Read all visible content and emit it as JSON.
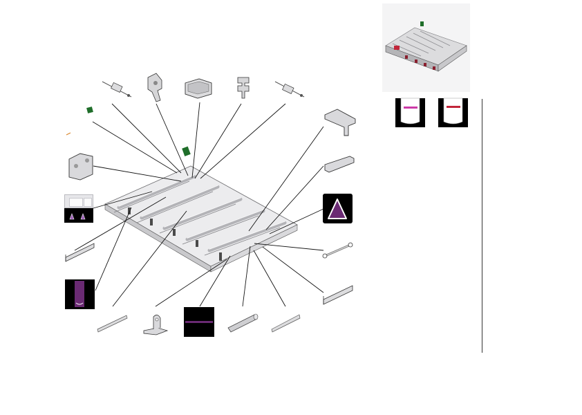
{
  "diagram": {
    "kind": "exploded-parts-assembly",
    "visible_text": [],
    "colors": {
      "frame_gray": "#d6d6d8",
      "edge_dark": "#4a4a4a",
      "leader_line": "#111111",
      "accent_purple": "#6a2a73",
      "accent_magenta": "#cc3aa8",
      "accent_red": "#c2263a",
      "pcb_green": "#1f6e2a",
      "warning_orange": "#d9862b"
    },
    "parts": [
      "connector-cable",
      "latch-bracket",
      "housing-connector",
      "mount-bracket",
      "connector-cable",
      "corner-bracket",
      "cover-rail",
      "warning-label",
      "roller-pin",
      "side-rail",
      "side-rail",
      "slide-rail",
      "tab-plate",
      "strip-label",
      "roller-tube",
      "slide-rail",
      "end-rail",
      "color-label",
      "pcb-chip",
      "end-plate"
    ]
  }
}
